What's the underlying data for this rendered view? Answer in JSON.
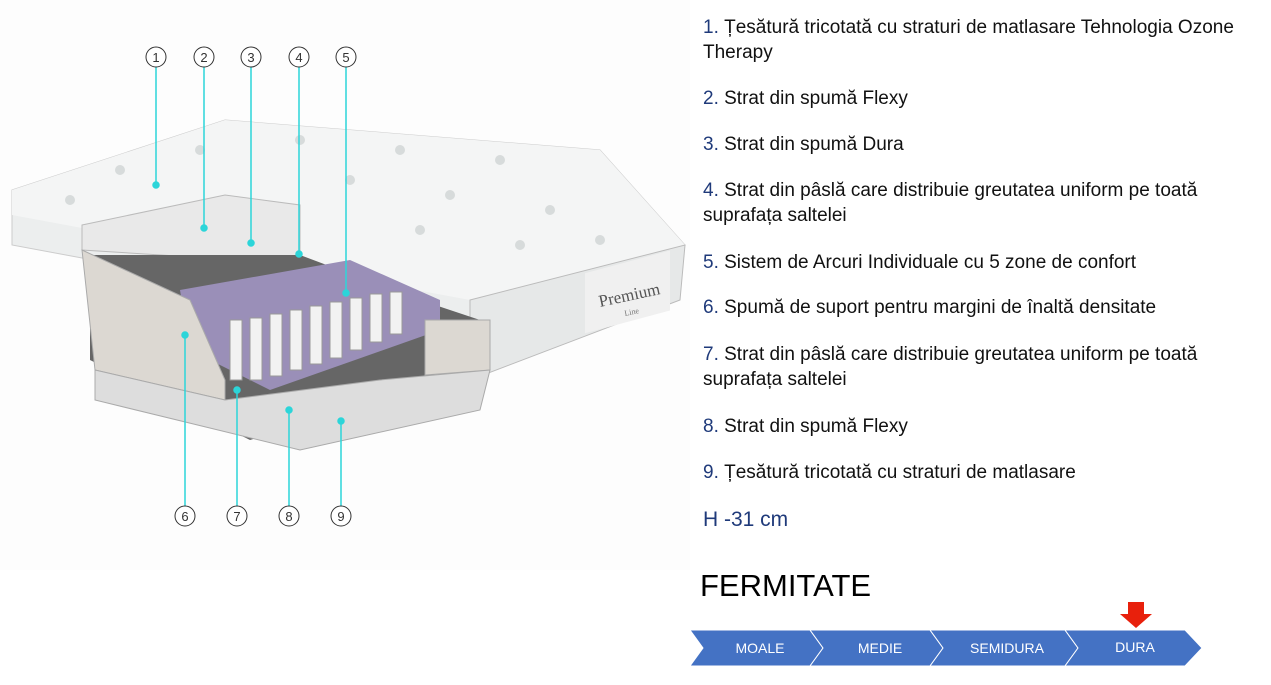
{
  "diagram": {
    "brand": "Premium",
    "brand_sub": "Line",
    "callouts_top": [
      "1",
      "2",
      "3",
      "4",
      "5"
    ],
    "callouts_bottom": [
      "6",
      "7",
      "8",
      "9"
    ]
  },
  "layers": [
    {
      "num": "1.",
      "text": " Țesătură tricotată cu straturi de matlasare Tehnologia Ozone Therapy"
    },
    {
      "num": "2.",
      "text": " Strat din spumă Flexy"
    },
    {
      "num": "3.",
      "text": " Strat din spumă Dura"
    },
    {
      "num": "4.",
      "text": " Strat din pâslă care distribuie greutatea uniform pe toată suprafața saltelei"
    },
    {
      "num": "5.",
      "text": " Sistem de Arcuri Individuale cu 5 zone de confort"
    },
    {
      "num": "6.",
      "text": " Spumă de suport pentru margini de înaltă densitate"
    },
    {
      "num": "7.",
      "text": " Strat din pâslă care distribuie greutatea uniform pe toată suprafața saltelei"
    },
    {
      "num": "8.",
      "text": " Strat din spumă Flexy"
    },
    {
      "num": "9.",
      "text": " Țesătură tricotată cu straturi de matlasare"
    }
  ],
  "height": "H -31 cm",
  "firmness": {
    "title": "FERMITATE",
    "levels": [
      "MOALE",
      "MEDIE",
      "SEMIDURA",
      "DURA"
    ],
    "selected": "DURA",
    "colors": {
      "arrow": "#4472c4",
      "marker": "#e8200c"
    }
  }
}
